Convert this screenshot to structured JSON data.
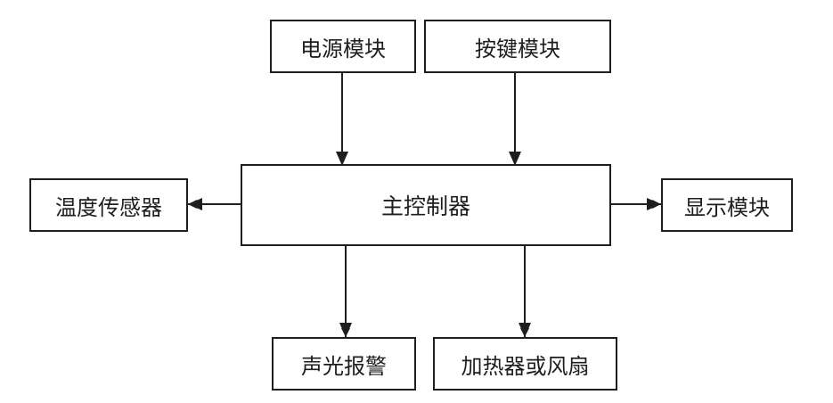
{
  "diagram": {
    "blocks": {
      "power": "电源模块",
      "keys": "按键模块",
      "mcu": "主控制器",
      "temp_sensor": "温度传感器",
      "display": "显示模块",
      "alarm": "声光报警",
      "heater_fan": "加热器或风扇"
    },
    "connections": [
      {
        "from": "电源模块",
        "to": "主控制器"
      },
      {
        "from": "按键模块",
        "to": "主控制器"
      },
      {
        "from": "主控制器",
        "to": "温度传感器"
      },
      {
        "from": "主控制器",
        "to": "显示模块"
      },
      {
        "from": "主控制器",
        "to": "声光报警"
      },
      {
        "from": "主控制器",
        "to": "加热器或风扇"
      }
    ],
    "colors": {
      "line": "#1e1e1e",
      "background": "#ffffff"
    }
  }
}
